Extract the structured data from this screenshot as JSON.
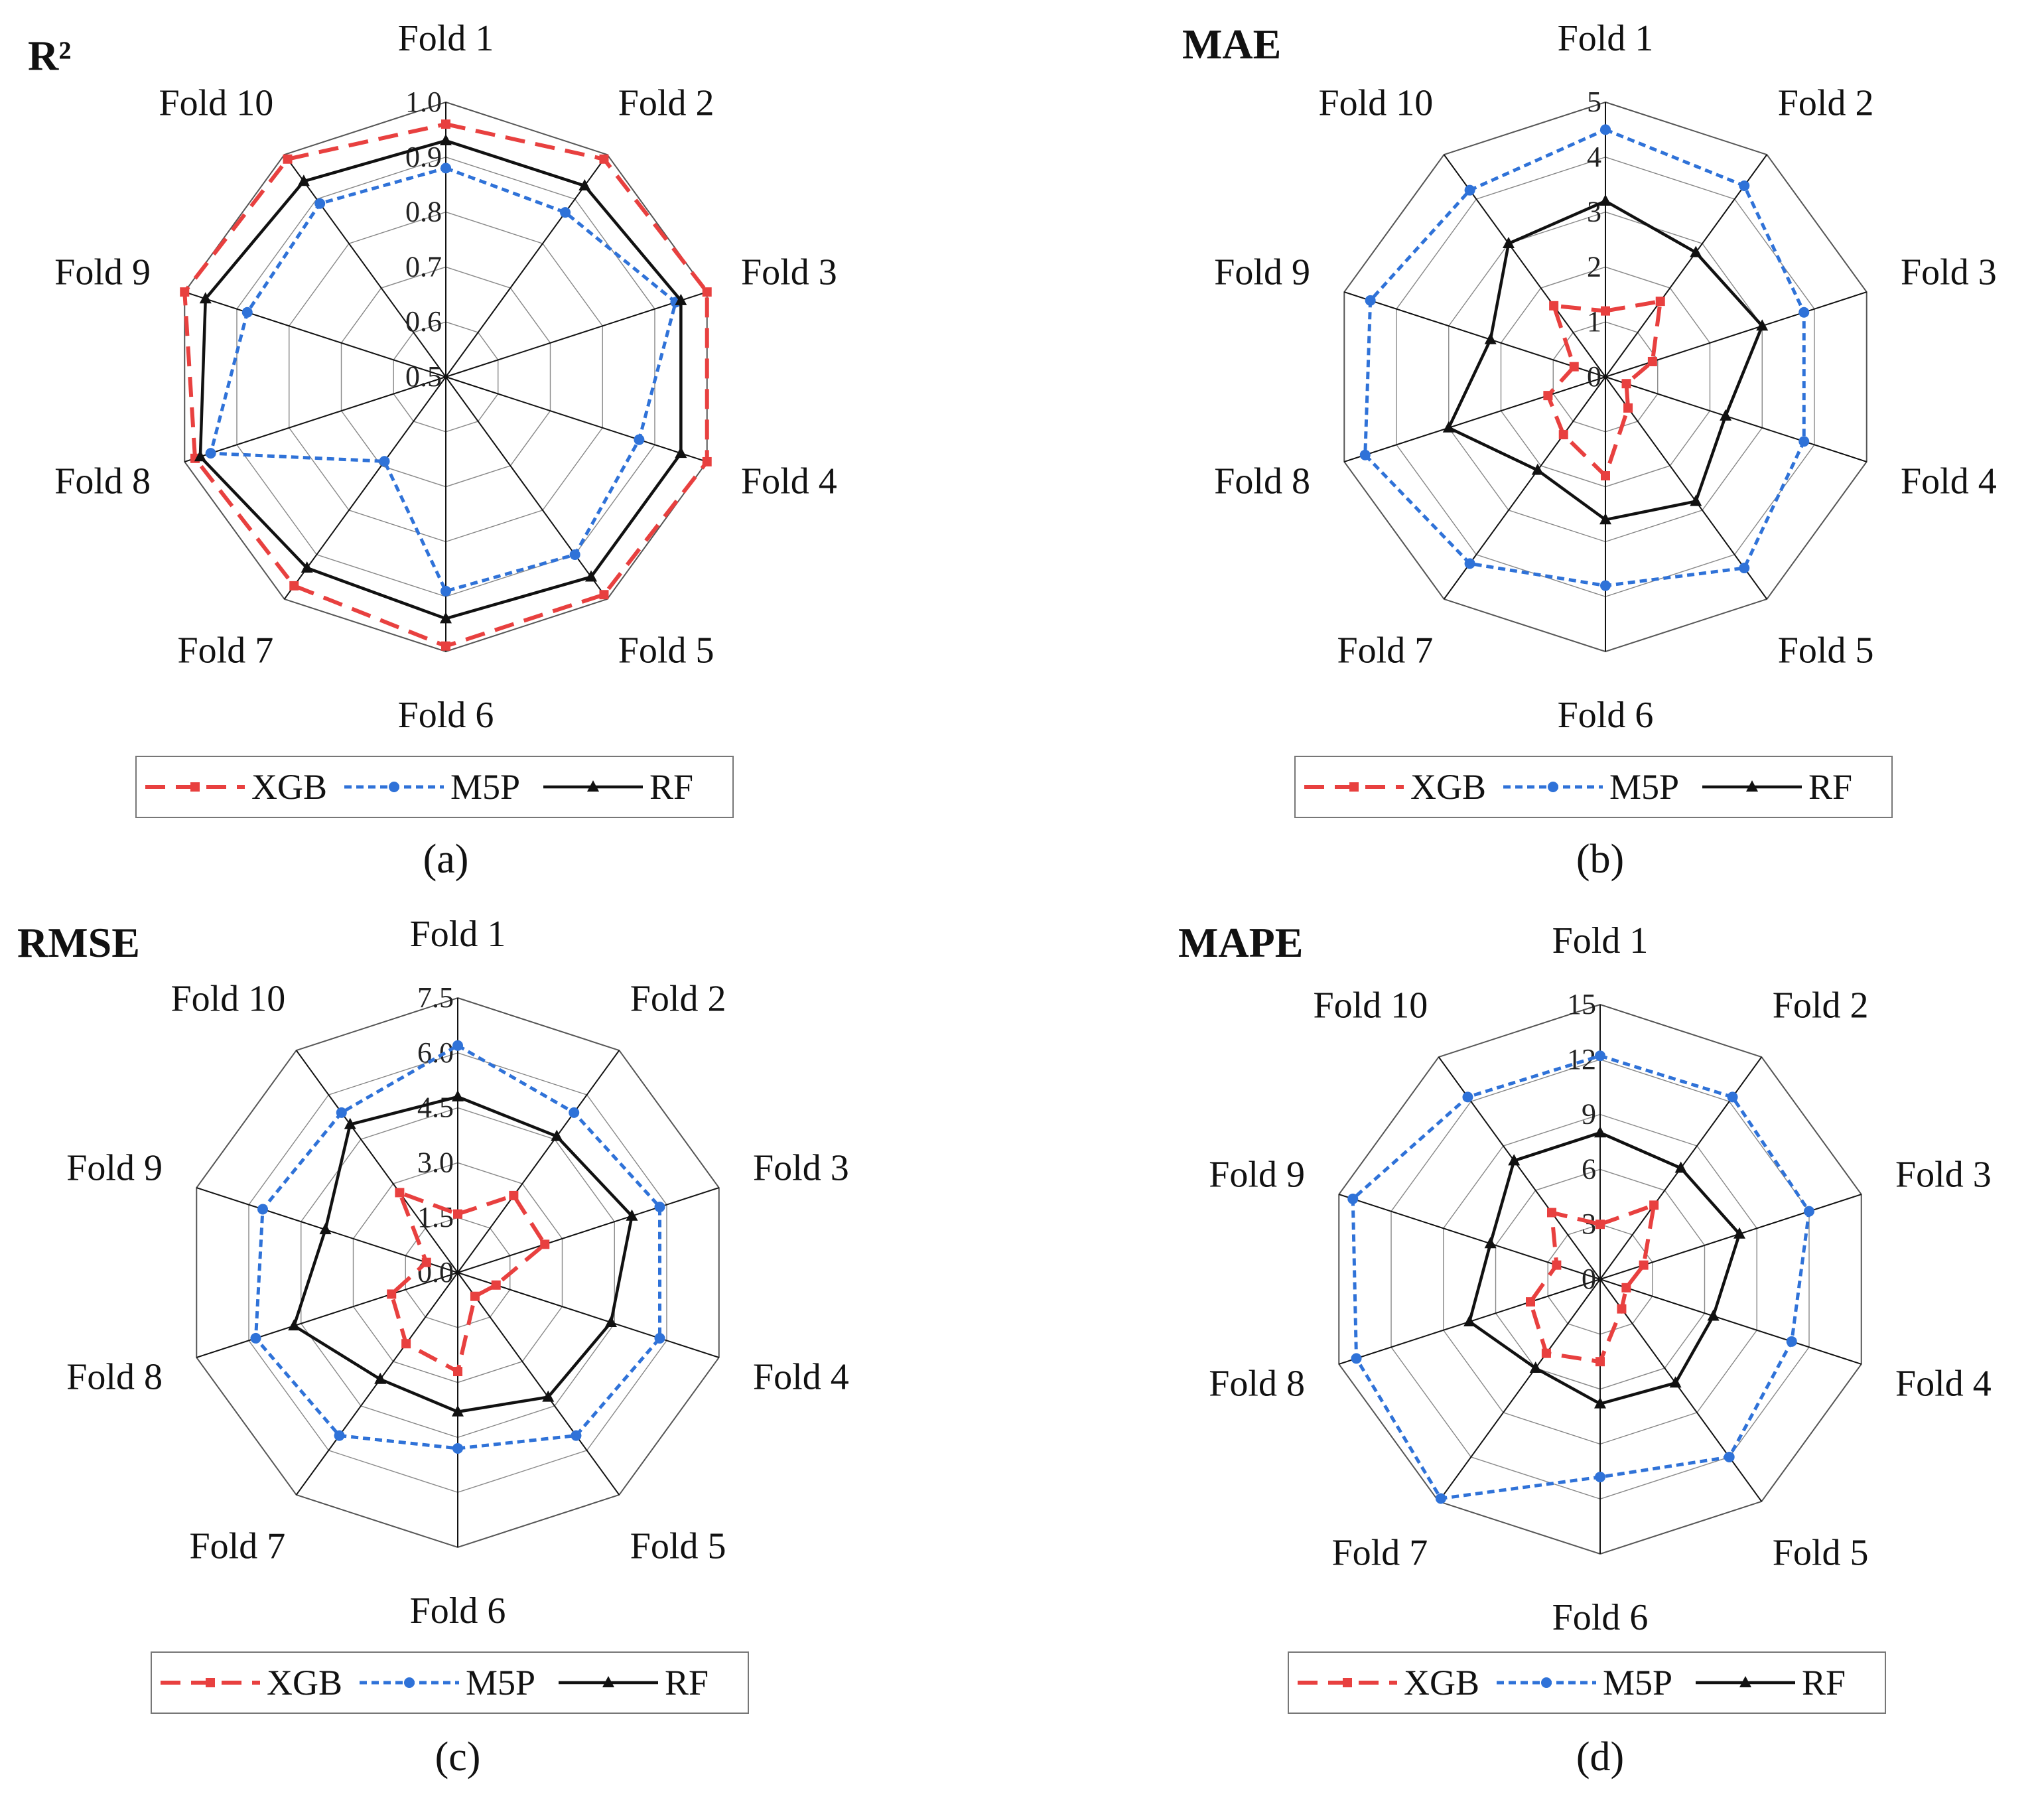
{
  "figure": {
    "axis_labels": [
      "Fold 1",
      "Fold 2",
      "Fold 3",
      "Fold 4",
      "Fold 5",
      "Fold 6",
      "Fold 7",
      "Fold 8",
      "Fold 9",
      "Fold 10"
    ],
    "legend": [
      "XGB",
      "M5P",
      "RF"
    ],
    "series_colors": {
      "XGB": "#e8403f",
      "M5P": "#2f72d8",
      "RF": "#111111"
    }
  },
  "chart_data": [
    {
      "type": "radar",
      "panel": "(a)",
      "title": "R²",
      "axes": [
        "Fold 1",
        "Fold 2",
        "Fold 3",
        "Fold 4",
        "Fold 5",
        "Fold 6",
        "Fold 7",
        "Fold 8",
        "Fold 9",
        "Fold 10"
      ],
      "range": [
        0.5,
        1.0
      ],
      "ticks": [
        "0.5",
        "0.6",
        "0.7",
        "0.8",
        "0.9",
        "1.0"
      ],
      "series": [
        {
          "name": "XGB",
          "values": [
            0.96,
            0.99,
            1.0,
            1.0,
            0.99,
            0.99,
            0.97,
            0.98,
            1.0,
            0.99
          ]
        },
        {
          "name": "M5P",
          "values": [
            0.88,
            0.87,
            0.94,
            0.87,
            0.9,
            0.89,
            0.69,
            0.95,
            0.88,
            0.89
          ]
        },
        {
          "name": "RF",
          "values": [
            0.93,
            0.93,
            0.95,
            0.95,
            0.95,
            0.94,
            0.93,
            0.97,
            0.96,
            0.94
          ]
        }
      ]
    },
    {
      "type": "radar",
      "panel": "(b)",
      "title": "MAE",
      "axes": [
        "Fold 1",
        "Fold 2",
        "Fold 3",
        "Fold 4",
        "Fold 5",
        "Fold 6",
        "Fold 7",
        "Fold 8",
        "Fold 9",
        "Fold 10"
      ],
      "range": [
        0,
        5
      ],
      "ticks": [
        "0",
        "1",
        "2",
        "3",
        "4",
        "5"
      ],
      "series": [
        {
          "name": "XGB",
          "values": [
            1.2,
            1.7,
            0.9,
            0.4,
            0.7,
            1.8,
            1.3,
            1.1,
            0.6,
            1.6
          ]
        },
        {
          "name": "M5P",
          "values": [
            4.5,
            4.3,
            3.8,
            3.8,
            4.3,
            3.8,
            4.2,
            4.6,
            4.5,
            4.2
          ]
        },
        {
          "name": "RF",
          "values": [
            3.2,
            2.8,
            3.0,
            2.3,
            2.8,
            2.6,
            2.1,
            3.0,
            2.2,
            3.0
          ]
        }
      ]
    },
    {
      "type": "radar",
      "panel": "(c)",
      "title": "RMSE",
      "axes": [
        "Fold 1",
        "Fold 2",
        "Fold 3",
        "Fold 4",
        "Fold 5",
        "Fold 6",
        "Fold 7",
        "Fold 8",
        "Fold 9",
        "Fold 10"
      ],
      "range": [
        0.0,
        7.5
      ],
      "ticks": [
        "0.0",
        "1.5",
        "3.0",
        "4.5",
        "6.0",
        "7.5"
      ],
      "series": [
        {
          "name": "XGB",
          "values": [
            1.6,
            2.6,
            2.5,
            1.1,
            0.8,
            2.7,
            2.4,
            1.9,
            0.9,
            2.7
          ]
        },
        {
          "name": "M5P",
          "values": [
            6.2,
            5.4,
            5.8,
            5.8,
            5.5,
            4.8,
            5.5,
            5.8,
            5.6,
            5.4
          ]
        },
        {
          "name": "RF",
          "values": [
            4.8,
            4.6,
            5.0,
            4.4,
            4.2,
            3.8,
            3.6,
            4.7,
            3.8,
            5.0
          ]
        }
      ]
    },
    {
      "type": "radar",
      "panel": "(d)",
      "title": "MAPE",
      "axes": [
        "Fold 1",
        "Fold 2",
        "Fold 3",
        "Fold 4",
        "Fold 5",
        "Fold 6",
        "Fold 7",
        "Fold 8",
        "Fold 9",
        "Fold 10"
      ],
      "range": [
        0,
        15
      ],
      "ticks": [
        "0",
        "3",
        "6",
        "9",
        "12",
        "15"
      ],
      "series": [
        {
          "name": "XGB",
          "values": [
            3.0,
            5.0,
            2.5,
            1.5,
            2.0,
            4.5,
            5.0,
            4.0,
            2.5,
            4.5
          ]
        },
        {
          "name": "M5P",
          "values": [
            12.2,
            12.3,
            12.0,
            11.0,
            12.0,
            10.8,
            14.8,
            14.0,
            14.2,
            12.3
          ]
        },
        {
          "name": "RF",
          "values": [
            8.0,
            7.5,
            8.0,
            6.5,
            7.0,
            6.8,
            6.0,
            7.5,
            6.3,
            8.0
          ]
        }
      ]
    }
  ]
}
